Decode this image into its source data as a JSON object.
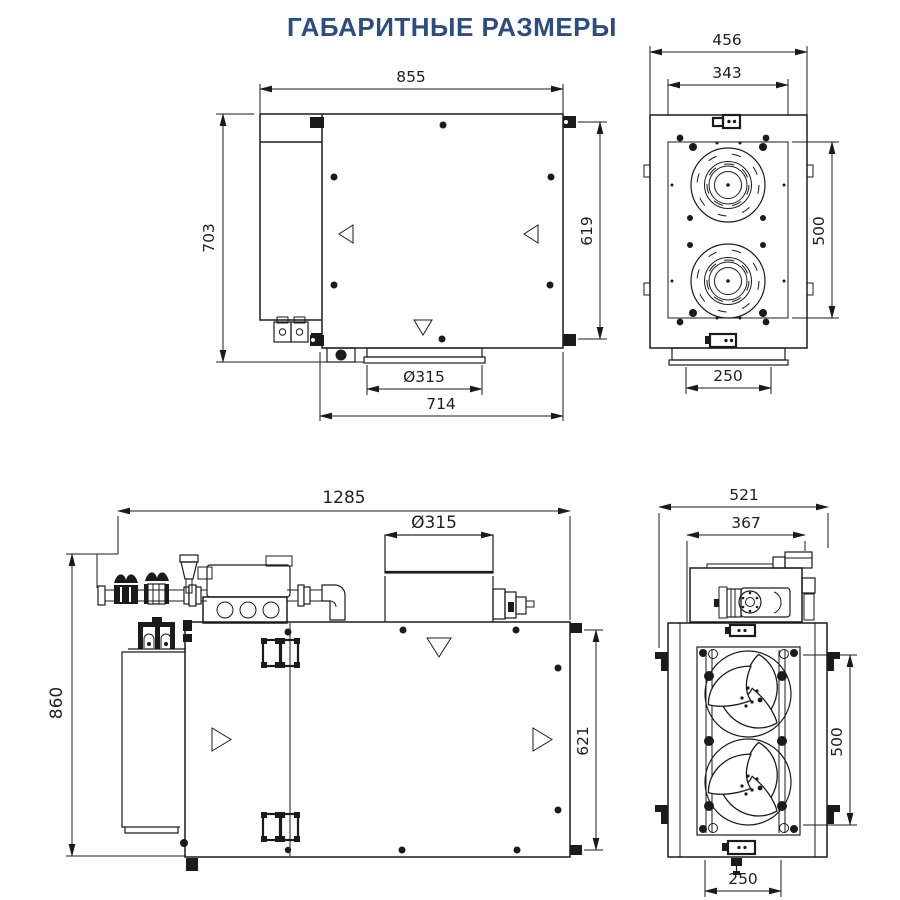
{
  "title": "ГАБАРИТНЫЕ РАЗМЕРЫ",
  "colors": {
    "title": "#2d4d80",
    "line": "#1b1b1b",
    "dim_text": "#1e1e1e",
    "background": "#ffffff"
  },
  "views": {
    "top_left": {
      "label": "supply-unit-side-view",
      "dims": {
        "width_top": "855",
        "height_left": "703",
        "height_right": "619",
        "duct_diameter": "Ø315",
        "width_bottom": "714"
      }
    },
    "top_right": {
      "label": "supply-unit-top-view",
      "dims": {
        "width_overall": "456",
        "width_panel": "343",
        "height_fan_section": "500",
        "duct_width": "250"
      }
    },
    "bottom_left": {
      "label": "main-unit-side-view",
      "dims": {
        "width_top": "1285",
        "duct_diameter": "Ø315",
        "height_left": "860",
        "height_right": "621"
      }
    },
    "bottom_right": {
      "label": "main-unit-top-view",
      "dims": {
        "width_overall": "521",
        "width_pump_section": "367",
        "height_fan_section": "500",
        "duct_width": "250"
      }
    }
  }
}
